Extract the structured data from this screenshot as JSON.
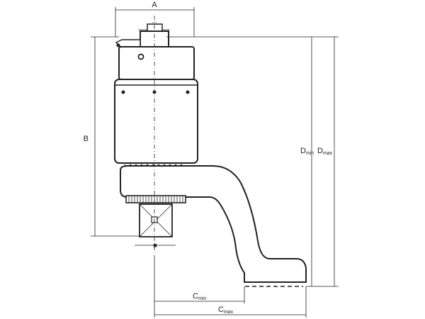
{
  "dimensions": {
    "A": "A",
    "B": "B",
    "C_min": {
      "base": "C",
      "sub": "min"
    },
    "C_max": {
      "base": "C",
      "sub": "max"
    },
    "D_min": {
      "base": "D",
      "sub": "min"
    },
    "D_max": {
      "base": "D",
      "sub": "max"
    }
  },
  "symbols": {
    "square_drive_top": "□",
    "square_drive_bottom": "■"
  }
}
